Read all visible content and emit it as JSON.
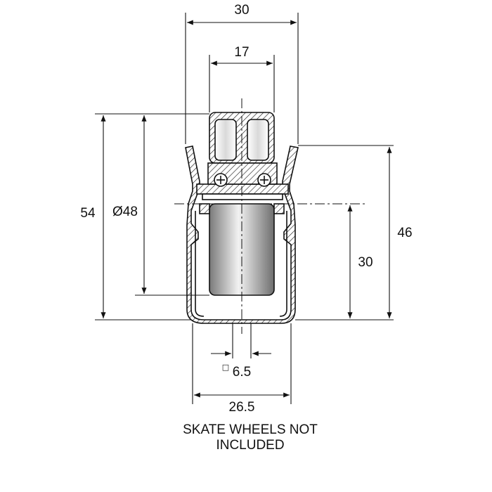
{
  "diagram": {
    "dimensions": {
      "top_width": "30",
      "inner_width": "17",
      "overall_height": "54",
      "wheel_diameter": "Ø48",
      "right_height": "46",
      "lower_height": "30",
      "bottom_width": "26.5",
      "square_glyph": "□",
      "square_size": "6.5"
    },
    "note": {
      "line1": "SKATE WHEELS NOT",
      "line2": "INCLUDED"
    },
    "colors": {
      "line": "#111111",
      "wheel_light": "#f2f2f2",
      "wheel_dark": "#7a7a7a",
      "metal": "#e6e6e6"
    }
  }
}
